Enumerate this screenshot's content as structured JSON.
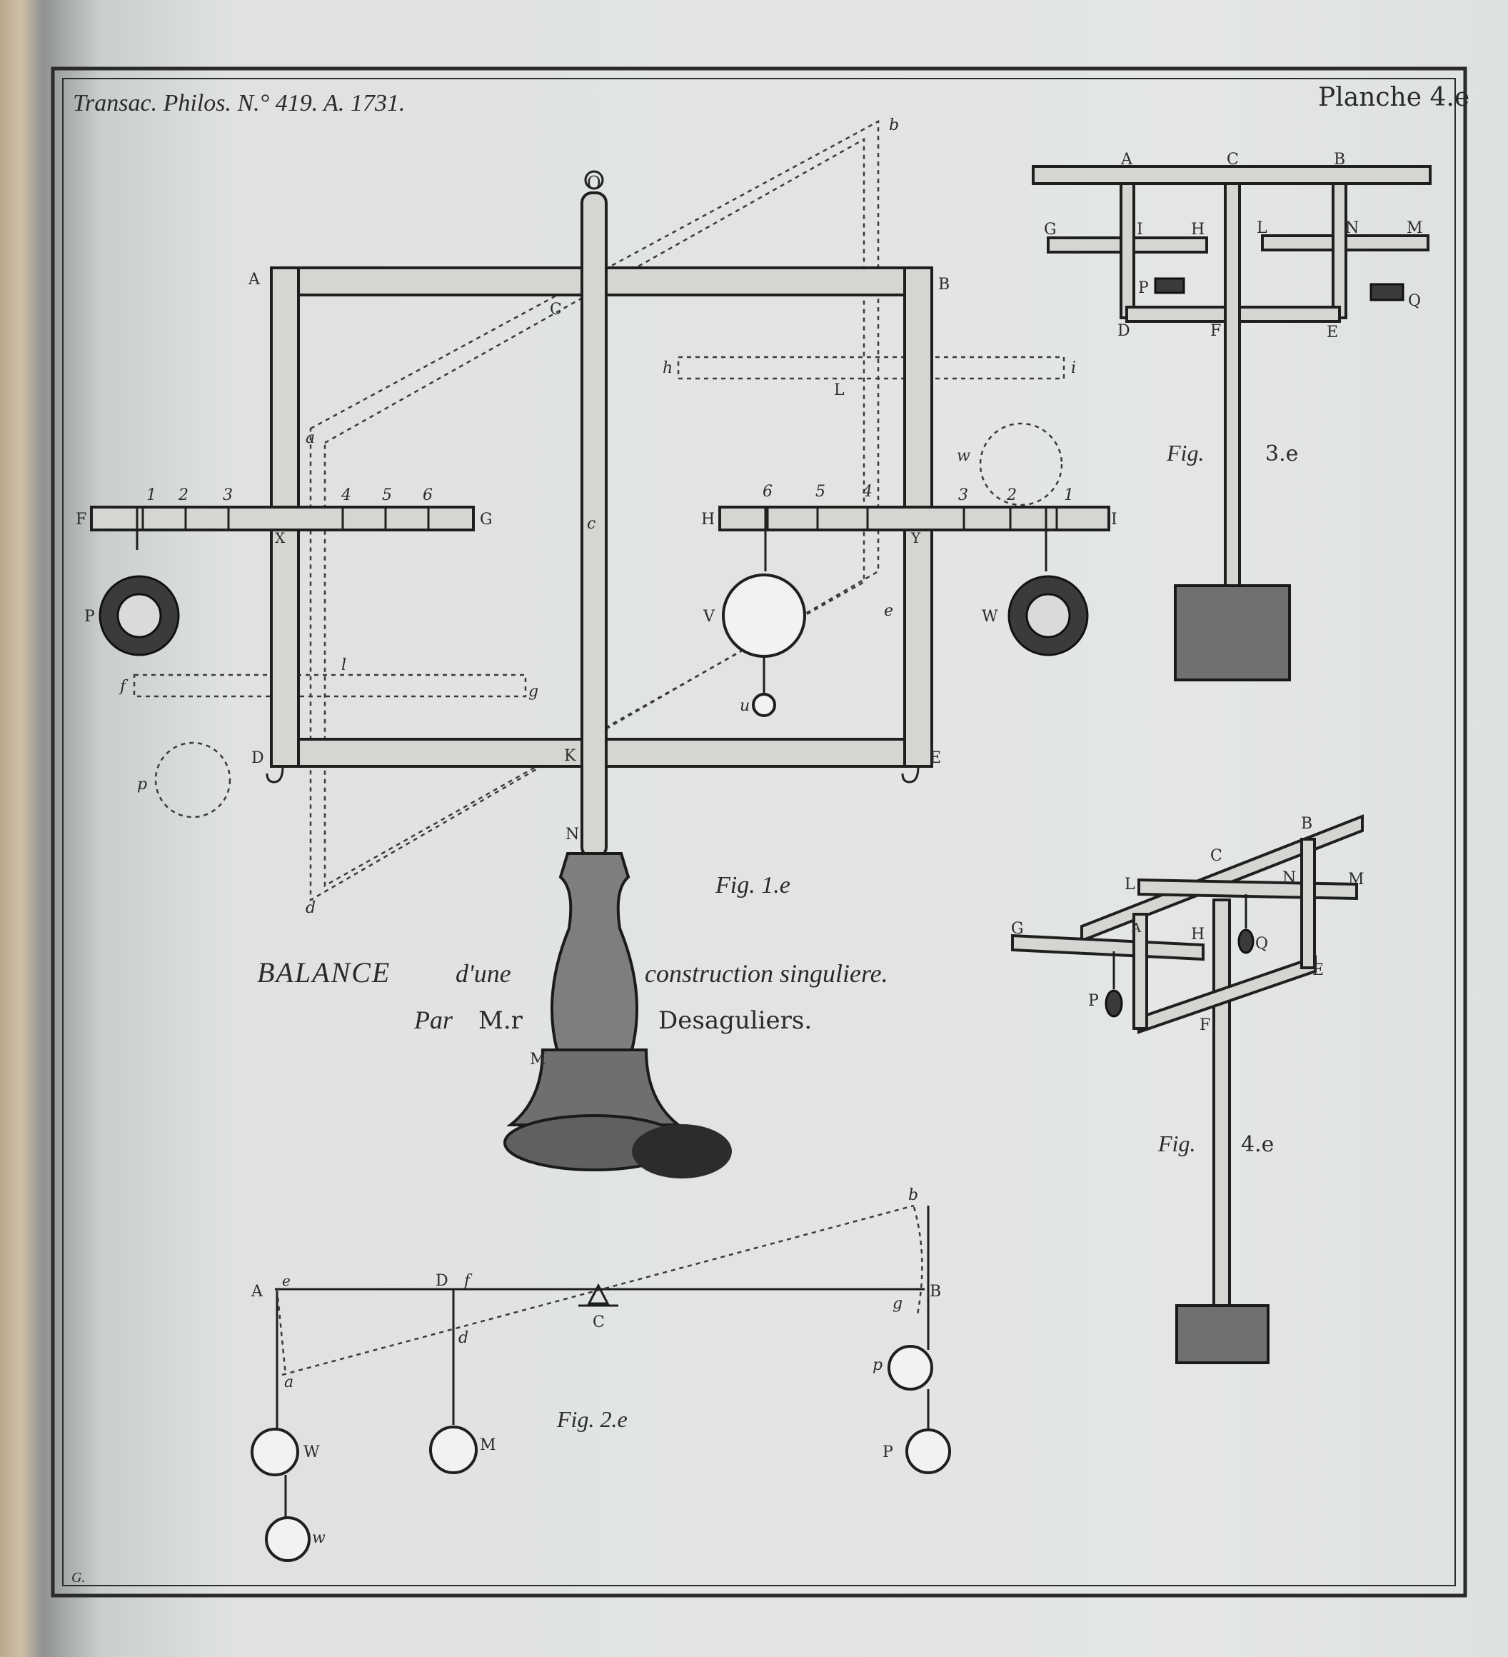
{
  "header": {
    "left": "Transac. Philos. N.° 419. A. 1731.",
    "right": "Planche 4.e"
  },
  "title": {
    "line1_a": "BALANCE",
    "line1_b": "d'une",
    "line1_c": "construction singuliere.",
    "line2_a": "Par",
    "line2_b": "M.r",
    "line2_c": "Desaguliers."
  },
  "figures": {
    "fig1": {
      "caption": "Fig. 1.e",
      "labels": {
        "A": "A",
        "B": "B",
        "C": "C",
        "D": "D",
        "E": "E",
        "F": "F",
        "G": "G",
        "H": "H",
        "I": "I",
        "K": "K",
        "L": "L",
        "M": "M",
        "N": "N",
        "O": "O",
        "P": "P",
        "V": "V",
        "W": "W",
        "X": "X",
        "Y": "Y",
        "a": "a",
        "b": "b",
        "c": "c",
        "d": "d",
        "e": "e",
        "f": "f",
        "g": "g",
        "h": "h",
        "i": "i",
        "l": "l",
        "p": "p",
        "u": "u",
        "w": "w",
        "scale_left": [
          "1",
          "2",
          "3",
          "4",
          "5",
          "6"
        ],
        "scale_right": [
          "6",
          "5",
          "4",
          "3",
          "2",
          "1"
        ]
      }
    },
    "fig2": {
      "caption": "Fig. 2.e",
      "labels": {
        "A": "A",
        "B": "B",
        "C": "C",
        "D": "D",
        "M": "M",
        "P": "P",
        "W": "W",
        "a": "a",
        "b": "b",
        "d": "d",
        "e": "e",
        "f": "f",
        "g": "g",
        "p": "p",
        "w": "w"
      }
    },
    "fig3": {
      "caption": "Fig.",
      "number": "3.e",
      "labels": {
        "A": "A",
        "B": "B",
        "C": "C",
        "D": "D",
        "E": "E",
        "F": "F",
        "G": "G",
        "H": "H",
        "I": "I",
        "L": "L",
        "M": "M",
        "N": "N",
        "P": "P",
        "Q": "Q"
      }
    },
    "fig4": {
      "caption": "Fig.",
      "number": "4.e",
      "labels": {
        "A": "A",
        "B": "B",
        "C": "C",
        "E": "E",
        "F": "F",
        "G": "G",
        "H": "H",
        "L": "L",
        "M": "M",
        "N": "N",
        "P": "P",
        "Q": "Q"
      }
    }
  },
  "footer": {
    "corner_mark": "G."
  }
}
